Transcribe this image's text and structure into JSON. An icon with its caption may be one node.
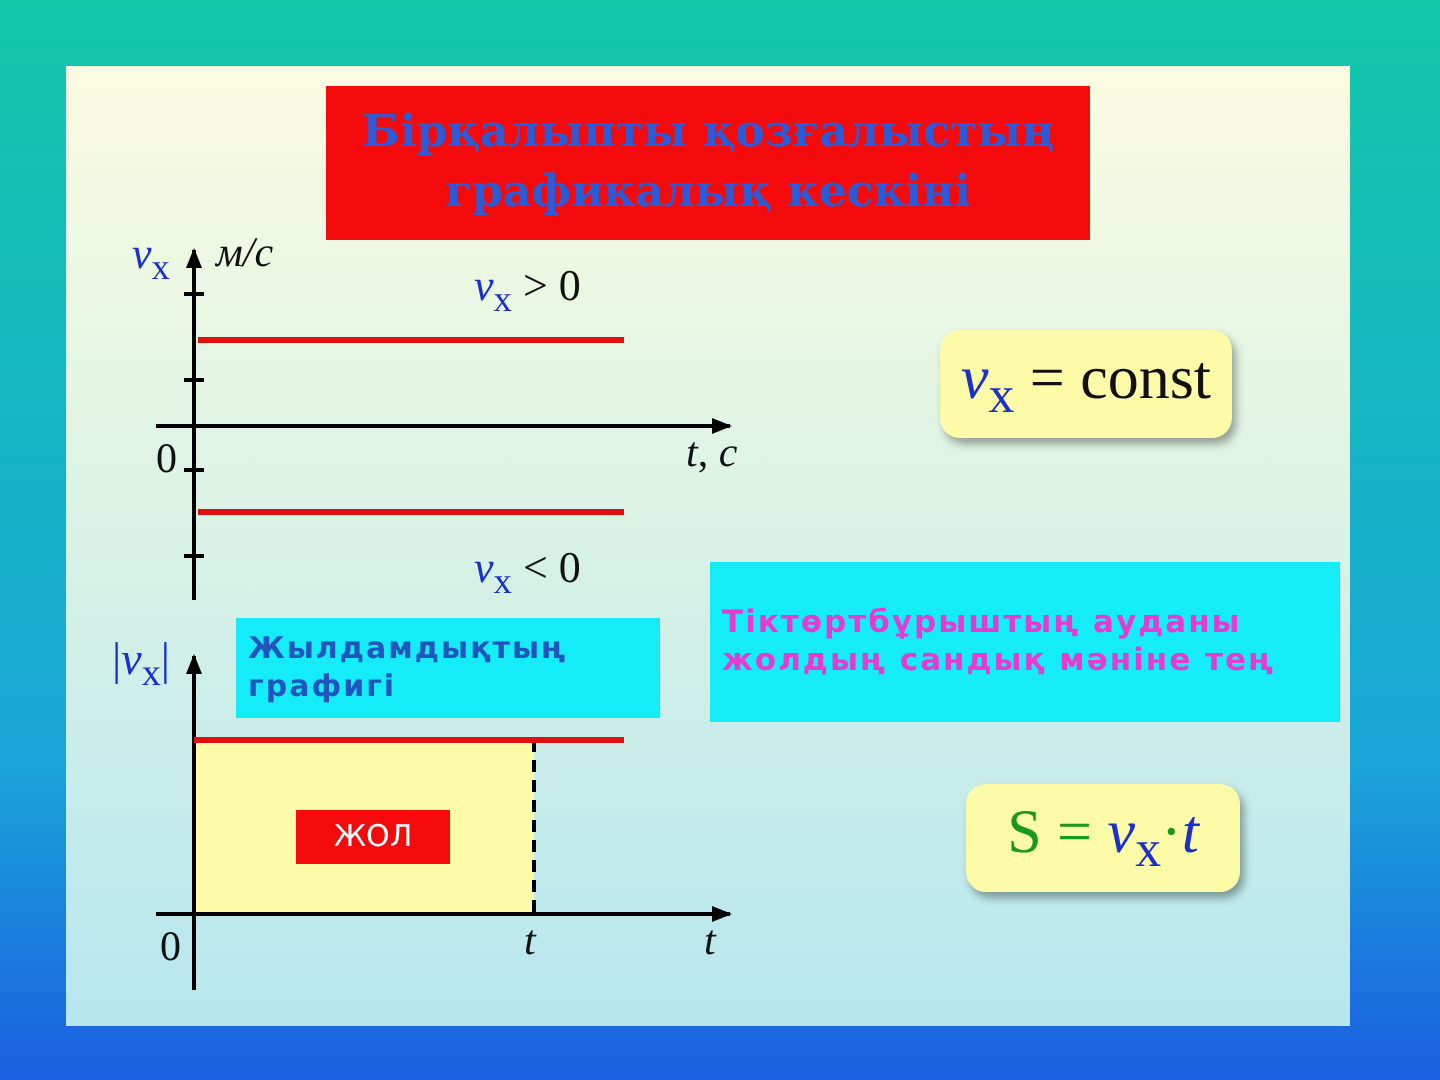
{
  "diagram": {
    "title": "Бірқалыпты қозғалыстың графикалық кескіні",
    "nodes": [
      {
        "text": [
          "*v*$_{x}$ = const"
        ]
      },
      {
        "text": [
          "Жылдамдықтың графигі"
        ]
      },
      {
        "text": [
          "Тіктөртбұрыштың ауданы жолдың сандық мәніне тең"
        ]
      },
      {
        "text": [
          "ЖОЛ"
        ]
      },
      {
        "text": [
          "S = *v*$_{x}$·*t*"
        ]
      }
    ],
    "edges": [],
    "labels": [
      "*v*$_{x}$",
      "*м/с*",
      "*v*$_{x}$ > 0",
      "0",
      "*t*, *с*",
      "*v*$_{x}$ < 0",
      "|*v*$_{x}$|",
      "0",
      "*t*",
      "*t*"
    ]
  }
}
